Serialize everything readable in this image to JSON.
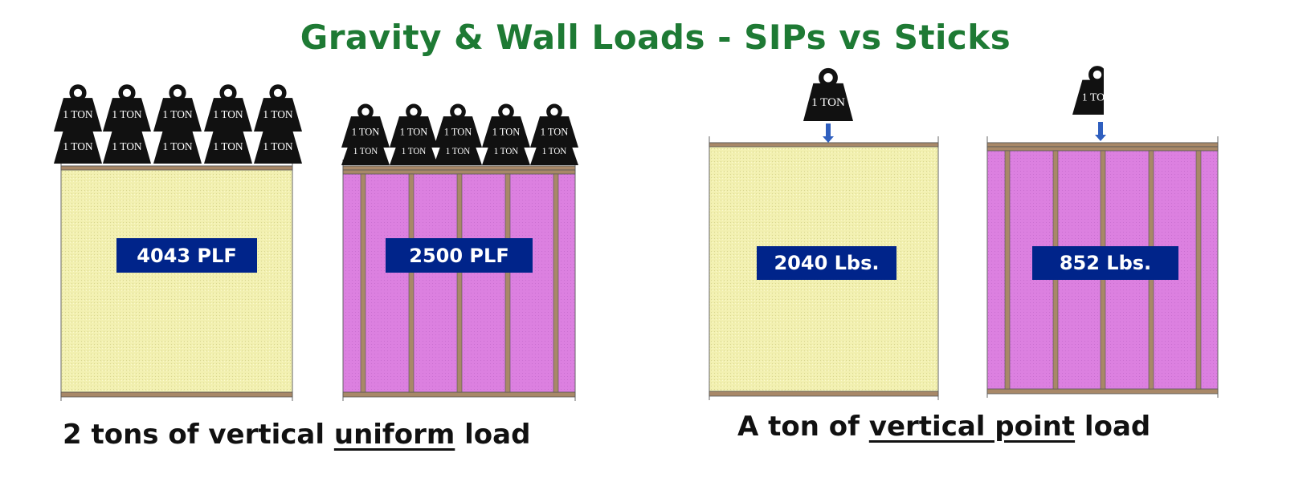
{
  "title": "Gravity & Wall Loads - SIPs vs Sticks",
  "weight_label": "1 TON",
  "colors": {
    "title": "#1e7a34",
    "sip": "#f2f0b0",
    "insulation": "#dc80e0",
    "lumber": "#a88868",
    "label_bg": "#00248a",
    "arrow": "#2f5fbf",
    "weight": "#111111"
  },
  "panels": [
    {
      "type": "SIP",
      "load_label": "4043 PLF",
      "weights": 10
    },
    {
      "type": "stick",
      "load_label": "2500 PLF",
      "weights": 10
    },
    {
      "type": "SIP",
      "load_label": "2040 Lbs.",
      "weights": 1
    },
    {
      "type": "stick",
      "load_label": "852 Lbs.",
      "weights": 1
    }
  ],
  "captions": {
    "uniform": {
      "pre": "2 tons of vertical ",
      "underlined": "uniform",
      "post": " load"
    },
    "point": {
      "pre": "A ton of ",
      "underlined": "vertical point",
      "post": " load"
    }
  }
}
